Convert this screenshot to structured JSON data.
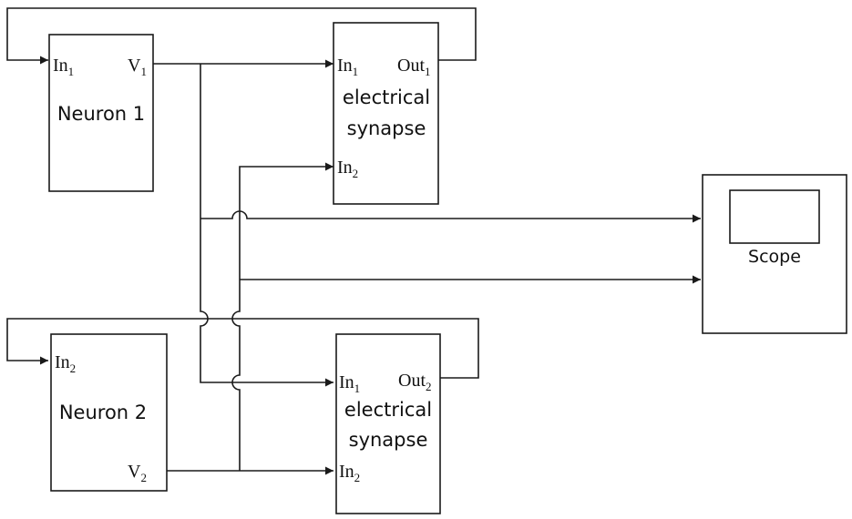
{
  "neuron1": {
    "title": "Neuron 1",
    "in_port": "In",
    "in_sub": "1",
    "out_port": "V",
    "out_sub": "1"
  },
  "neuron2": {
    "title": "Neuron 2",
    "in_port": "In",
    "in_sub": "2",
    "out_port": "V",
    "out_sub": "2"
  },
  "synapse1": {
    "title_line1": "electrical",
    "title_line2": "synapse",
    "in1_port": "In",
    "in1_sub": "1",
    "in2_port": "In",
    "in2_sub": "2",
    "out_port": "Out",
    "out_sub": "1"
  },
  "synapse2": {
    "title_line1": "electrical",
    "title_line2": "synapse",
    "in1_port": "In",
    "in1_sub": "1",
    "in2_port": "In",
    "in2_sub": "2",
    "out_port": "Out",
    "out_sub": "2"
  },
  "scope": {
    "title": "Scope"
  }
}
